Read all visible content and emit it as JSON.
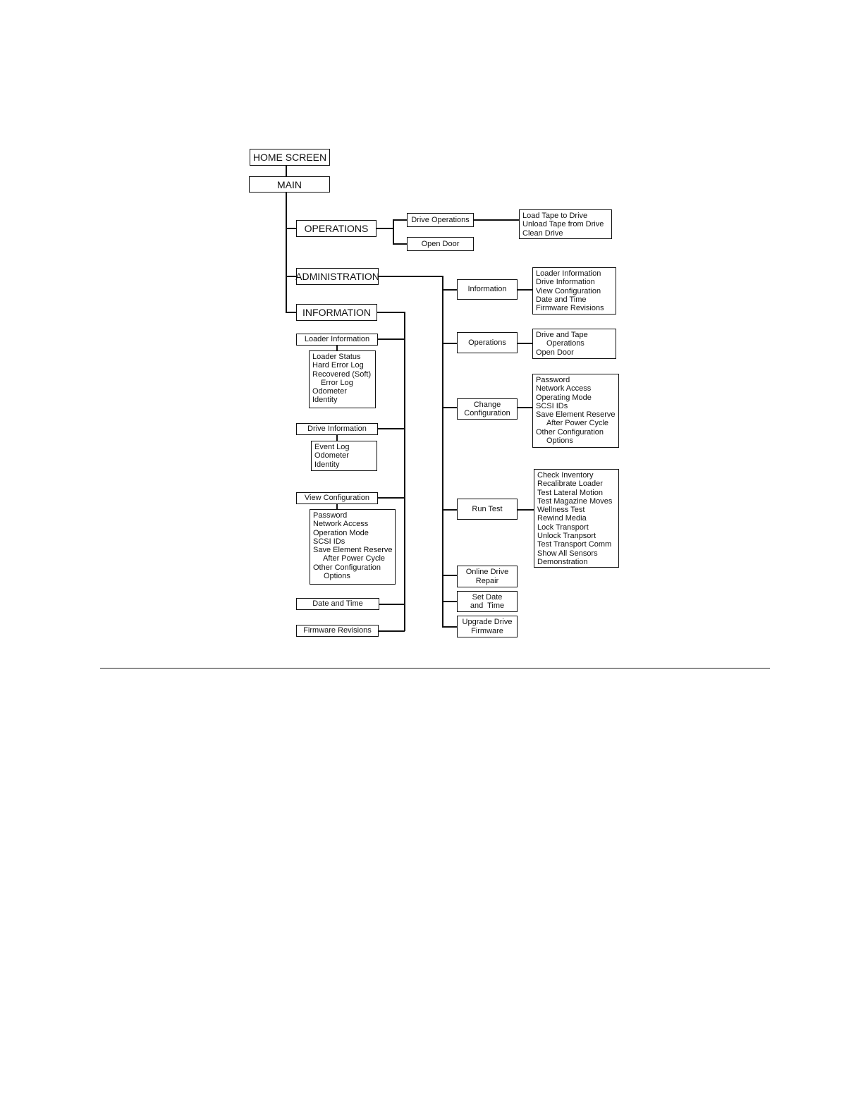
{
  "diagram": {
    "home": "HOME SCREEN",
    "main": "MAIN",
    "operations": {
      "label": "OPERATIONS",
      "drive_operations": "Drive Operations",
      "drive_operations_items": [
        "Load Tape to Drive",
        "Unload Tape from Drive",
        "Clean Drive"
      ],
      "open_door": "Open Door"
    },
    "administration": {
      "label": "ADMINISTRATION",
      "information": "Information",
      "information_items": [
        "Loader Information",
        "Drive Information",
        "View Configuration",
        "Date and Time",
        "Firmware Revisions"
      ],
      "operations": "Operations",
      "operations_items": [
        "Drive and Tape",
        "Operations",
        "Open Door"
      ],
      "change_configuration": [
        "Change",
        "Configuration"
      ],
      "change_configuration_items": [
        "Password",
        "Network Access",
        "Operating Mode",
        "SCSI IDs",
        "Save Element Reserve",
        "After Power Cycle",
        "Other Configuration",
        "Options"
      ],
      "run_test": "Run Test",
      "run_test_items": [
        "Check Inventory",
        "Recalibrate Loader",
        "Test Lateral Motion",
        "Test Magazine Moves",
        "Wellness Test",
        "Rewind Media",
        "Lock Transport",
        "Unlock Tranpsort",
        "Test Transport Comm",
        "Show All Sensors",
        "Demonstration"
      ],
      "online_drive_repair": [
        "Online Drive",
        "Repair"
      ],
      "set_date_time": [
        "Set Date",
        "and  Time"
      ],
      "upgrade_drive_firmware": [
        "Upgrade Drive",
        "Firmware"
      ]
    },
    "information": {
      "label": "INFORMATION",
      "loader_information": "Loader Information",
      "loader_information_items": [
        "Loader Status",
        "Hard Error Log",
        "Recovered (Soft)",
        "Error Log",
        "Odometer",
        "Identity"
      ],
      "drive_information": "Drive Information",
      "drive_information_items": [
        "Event Log",
        "Odometer",
        "Identity"
      ],
      "view_configuration": "View Configuration",
      "view_configuration_items": [
        "Password",
        "Network Access",
        "Operation Mode",
        "SCSI IDs",
        "Save Element Reserve",
        "After Power Cycle",
        "Other Configuration",
        "Options"
      ],
      "date_and_time": "Date and Time",
      "firmware_revisions": "Firmware Revisions"
    }
  }
}
